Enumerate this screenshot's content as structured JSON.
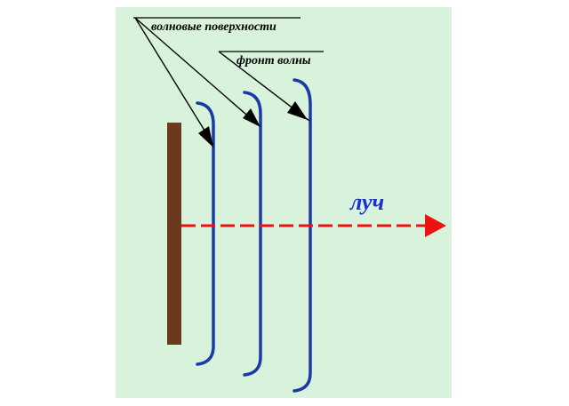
{
  "labels": {
    "wave_surfaces": "волновые поверхности",
    "wave_front": "фронт волны",
    "ray": "луч"
  },
  "colors": {
    "panel_background": "#d8f2dc",
    "source_plate": "#6b3a1e",
    "wave_lines": "#1a3aa8",
    "ray": "#ee1111",
    "ray_label": "#1a2fd0",
    "pointer": "#000000"
  }
}
